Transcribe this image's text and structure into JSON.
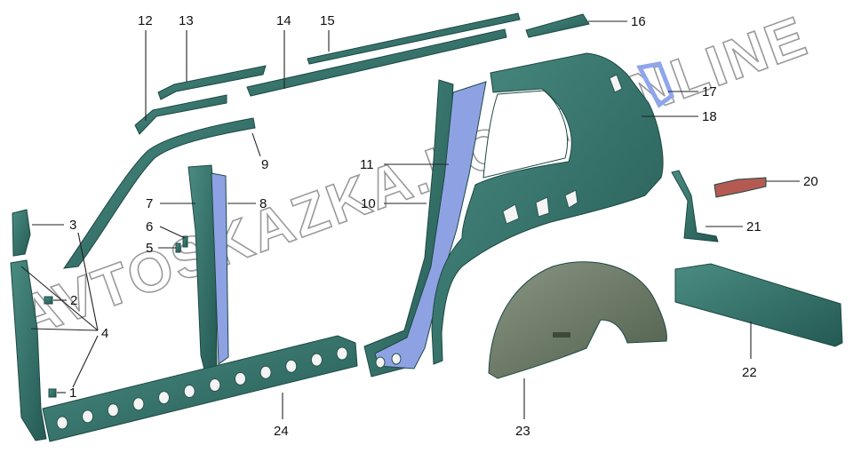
{
  "colors": {
    "teal": "#2f6f66",
    "teal_light": "#4a8c82",
    "teal_dark": "#1f5049",
    "blue": "#8ea2e3",
    "blue_frame": "#8fa6ec",
    "red": "#b45a52",
    "arch": "#6a7a66"
  },
  "watermark": "AVTOSKAZKA.LCAT.ONLINE",
  "labels": [
    {
      "id": "1",
      "text": "1"
    },
    {
      "id": "2",
      "text": "2"
    },
    {
      "id": "3",
      "text": "3"
    },
    {
      "id": "4",
      "text": "4"
    },
    {
      "id": "5",
      "text": "5"
    },
    {
      "id": "6",
      "text": "6"
    },
    {
      "id": "7",
      "text": "7"
    },
    {
      "id": "8",
      "text": "8"
    },
    {
      "id": "9",
      "text": "9"
    },
    {
      "id": "10",
      "text": "10"
    },
    {
      "id": "11",
      "text": "11"
    },
    {
      "id": "12",
      "text": "12"
    },
    {
      "id": "13",
      "text": "13"
    },
    {
      "id": "14",
      "text": "14"
    },
    {
      "id": "15",
      "text": "15"
    },
    {
      "id": "16",
      "text": "16"
    },
    {
      "id": "17",
      "text": "17"
    },
    {
      "id": "18",
      "text": "18"
    },
    {
      "id": "20",
      "text": "20"
    },
    {
      "id": "21",
      "text": "21"
    },
    {
      "id": "22",
      "text": "22"
    },
    {
      "id": "23",
      "text": "23"
    },
    {
      "id": "24",
      "text": "24"
    }
  ]
}
